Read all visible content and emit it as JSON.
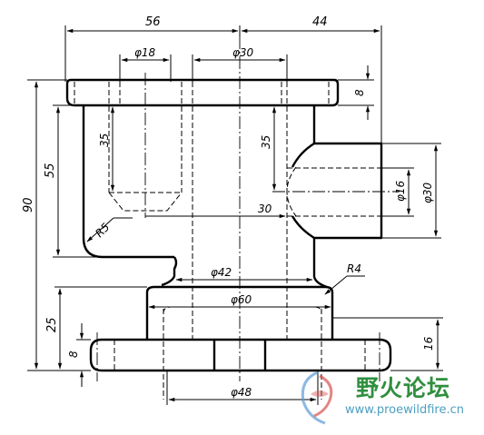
{
  "drawing": {
    "dimensions": {
      "top_left": "56",
      "top_right": "44",
      "dia_18": "φ18",
      "dia_30_top": "φ30",
      "height_8_right": "8",
      "depth_35_left": "35",
      "depth_35_right": "35",
      "dia_16": "φ16",
      "dia_30_right": "φ30",
      "len_30": "30",
      "height_90": "90",
      "height_55": "55",
      "radius_5": "R5",
      "dia_42": "φ42",
      "radius_4": "R4",
      "dia_60": "φ60",
      "height_25": "25",
      "height_8_left": "8",
      "height_16": "16",
      "dia_48": "φ48"
    }
  },
  "watermark": {
    "title": "野火论坛",
    "url": "www.proewildfire.cn",
    "logo": "bird-logo-icon",
    "colors": {
      "title": "#2f8f3f",
      "url": "#4d9fc0",
      "logo_red": "#d9534f",
      "logo_blue": "#5b9bd5"
    }
  }
}
